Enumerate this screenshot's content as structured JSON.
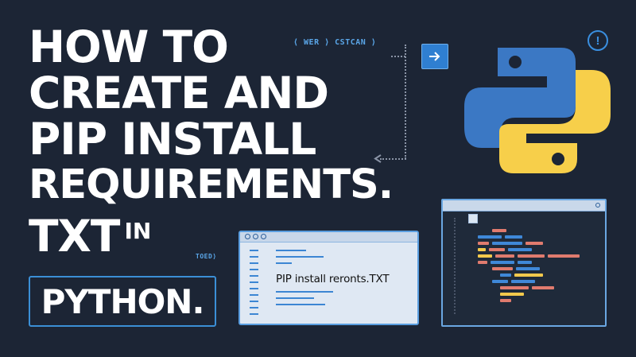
{
  "headline": {
    "line1": "HOW TO",
    "line2": "CREATE AND",
    "line3": "PIP INSTALL",
    "line4": "REQUIREMENTS.",
    "line5_main": "TXT",
    "line5_small": "IN"
  },
  "badge": {
    "label": "PYTHON."
  },
  "tags": {
    "top": "⟨ WER ⟩   CSTCAN ⟩",
    "side": "TOED⟩"
  },
  "icons": {
    "arrow": "arrow-right-icon",
    "warning": "exclamation-icon",
    "logo": "python-logo",
    "warning_glyph": "!"
  },
  "terminal": {
    "command": "PIP install reronts.TXT"
  },
  "colors": {
    "background": "#1c2535",
    "accent_blue": "#3a8fe0",
    "python_blue": "#3b78c4",
    "python_yellow": "#f7cf4a",
    "code_red": "#e07b6e",
    "code_yellow": "#f2c94c",
    "code_blue": "#3f88d8"
  }
}
